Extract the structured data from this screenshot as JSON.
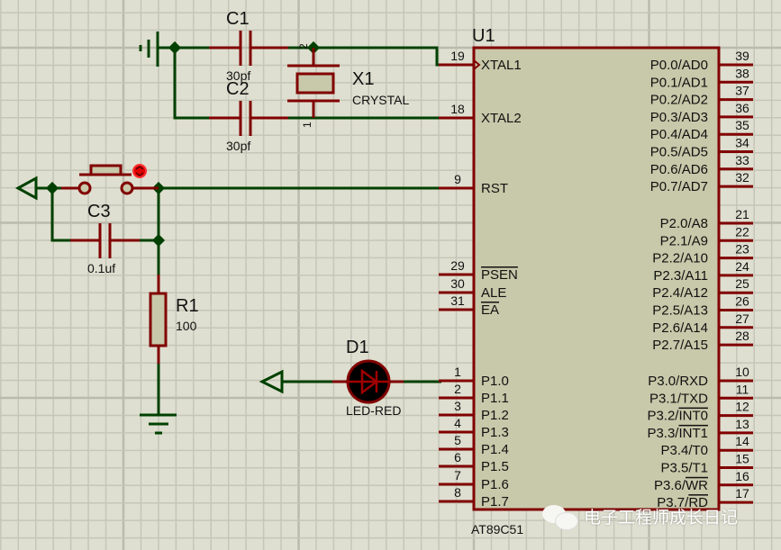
{
  "colors": {
    "background": "#dedfd0",
    "grid_minor": "#c5c6b7",
    "grid_major": "#babbac",
    "wire": "#004000",
    "component": "#800000",
    "chip_fill": "#c8c8aa",
    "junction": "#004000"
  },
  "components": {
    "c1": {
      "ref": "C1",
      "value": "30pf"
    },
    "c2": {
      "ref": "C2",
      "value": "30pf"
    },
    "c3": {
      "ref": "C3",
      "value": "0.1uf"
    },
    "x1": {
      "ref": "X1",
      "value": "CRYSTAL",
      "pin_top": "2",
      "pin_bottom": "1"
    },
    "r1": {
      "ref": "R1",
      "value": "100"
    },
    "d1": {
      "ref": "D1",
      "value": "LED-RED"
    },
    "u1": {
      "ref": "U1",
      "part": "AT89C51"
    }
  },
  "u1_left_pins": [
    {
      "num": "19",
      "name": "XTAL1",
      "overline": false,
      "clock": true
    },
    {
      "num": "18",
      "name": "XTAL2",
      "overline": false
    },
    {
      "num": "9",
      "name": "RST",
      "overline": false
    },
    {
      "num": "29",
      "name": "PSEN",
      "overline": true
    },
    {
      "num": "30",
      "name": "ALE",
      "overline": false
    },
    {
      "num": "31",
      "name": "EA",
      "overline": true
    },
    {
      "num": "1",
      "name": "P1.0"
    },
    {
      "num": "2",
      "name": "P1.1"
    },
    {
      "num": "3",
      "name": "P1.2"
    },
    {
      "num": "4",
      "name": "P1.3"
    },
    {
      "num": "5",
      "name": "P1.4"
    },
    {
      "num": "6",
      "name": "P1.5"
    },
    {
      "num": "7",
      "name": "P1.6"
    },
    {
      "num": "8",
      "name": "P1.7"
    }
  ],
  "u1_right_pins": [
    {
      "num": "39",
      "name": "P0.0/AD0"
    },
    {
      "num": "38",
      "name": "P0.1/AD1"
    },
    {
      "num": "37",
      "name": "P0.2/AD2"
    },
    {
      "num": "36",
      "name": "P0.3/AD3"
    },
    {
      "num": "35",
      "name": "P0.4/AD4"
    },
    {
      "num": "34",
      "name": "P0.5/AD5"
    },
    {
      "num": "33",
      "name": "P0.6/AD6"
    },
    {
      "num": "32",
      "name": "P0.7/AD7"
    },
    {
      "num": "21",
      "name": "P2.0/A8"
    },
    {
      "num": "22",
      "name": "P2.1/A9"
    },
    {
      "num": "23",
      "name": "P2.2/A10"
    },
    {
      "num": "24",
      "name": "P2.3/A11"
    },
    {
      "num": "25",
      "name": "P2.4/A12"
    },
    {
      "num": "26",
      "name": "P2.5/A13"
    },
    {
      "num": "27",
      "name": "P2.6/A14"
    },
    {
      "num": "28",
      "name": "P2.7/A15"
    },
    {
      "num": "10",
      "name": "P3.0/RXD"
    },
    {
      "num": "11",
      "name": "P3.1/TXD"
    },
    {
      "num": "12",
      "name": "P3.2/",
      "bar": "INT0"
    },
    {
      "num": "13",
      "name": "P3.3/",
      "bar": "INT1"
    },
    {
      "num": "14",
      "name": "P3.4/T0"
    },
    {
      "num": "15",
      "name": "P3.5/T1"
    },
    {
      "num": "16",
      "name": "P3.6/",
      "bar": "WR"
    },
    {
      "num": "17",
      "name": "P3.7/",
      "bar": "RD"
    }
  ],
  "watermark": {
    "text": "电子工程师成长日记",
    "icon": "wechat-icon"
  }
}
